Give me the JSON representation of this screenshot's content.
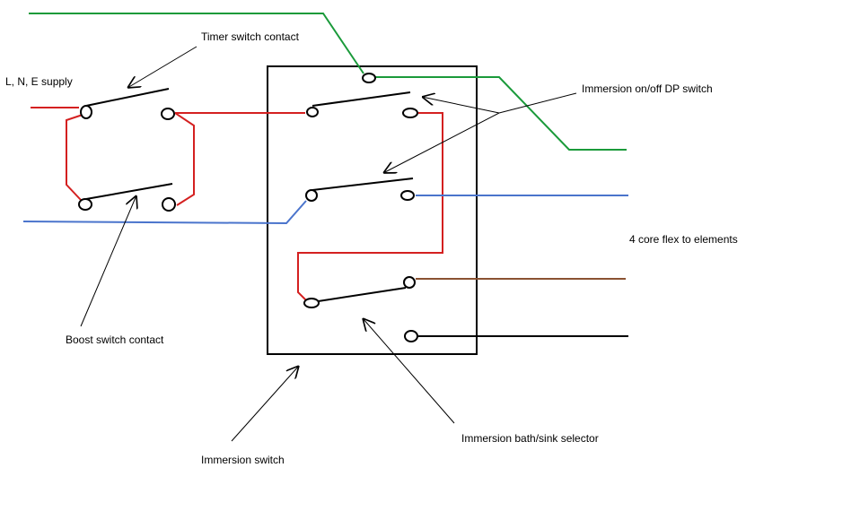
{
  "labels": {
    "supply": "L, N, E supply",
    "timer_contact": "Timer switch contact",
    "onoff_switch": "Immersion on/off DP switch",
    "flex": "4 core flex to elements",
    "boost_contact": "Boost switch contact",
    "selector": "Immersion bath/sink selector",
    "immersion_switch": "Immersion switch"
  },
  "colors": {
    "live": "#d42020",
    "neutral": "#4a74cc",
    "earth": "#1a9a3a",
    "brown": "#8a5232",
    "black": "#000000"
  }
}
